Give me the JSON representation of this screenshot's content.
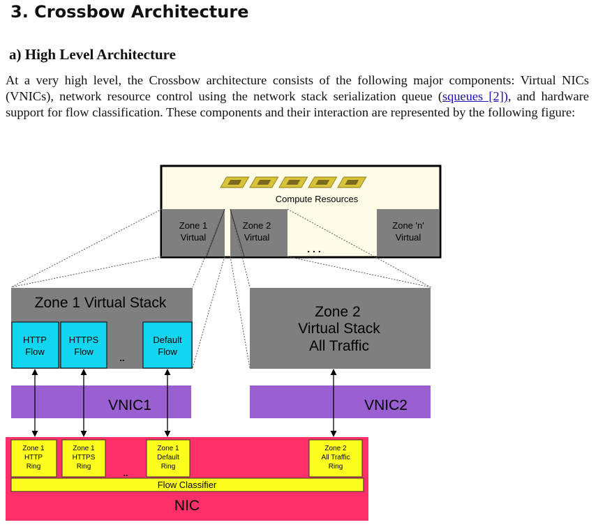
{
  "section_title": "3. Crossbow Architecture",
  "subsection_title": "a)  High Level Architecture",
  "paragraph": {
    "before_link": "At a very high level, the Crossbow architecture consists of the following major components: Virtual NICs (VNICs), network resource control using the network stack serialization queue (",
    "link_text": "squeues [2])",
    "after_link": ", and hardware support for flow classification. These components and their interaction are represented by the following figure:"
  },
  "figure": {
    "compute_resources": "Compute Resources",
    "zone1_virtual": [
      "Zone 1",
      "Virtual"
    ],
    "zone2_virtual": [
      "Zone 2",
      "Virtual"
    ],
    "zonen_virtual": [
      "Zone 'n'",
      "Virtual"
    ],
    "zone1_stack_title": "Zone 1 Virtual Stack",
    "zone2_stack": [
      "Zone 2",
      "Virtual Stack",
      "All Traffic"
    ],
    "http_flow": [
      "HTTP",
      "Flow"
    ],
    "https_flow": [
      "HTTPS",
      "Flow"
    ],
    "default_flow": [
      "Default",
      "Flow"
    ],
    "vnic1": "VNIC1",
    "vnic2": "VNIC2",
    "ring_http": [
      "Zone 1",
      "HTTP",
      "Ring"
    ],
    "ring_https": [
      "Zone 1",
      "HTTPS",
      "Ring"
    ],
    "ring_default": [
      "Zone 1",
      "Default",
      "Ring"
    ],
    "ring_zone2": [
      "Zone 2",
      "All Traffic",
      "Ring"
    ],
    "flow_classifier": "Flow Classifier",
    "nic": "NIC",
    "colors": {
      "cream": "#fffde8",
      "gray": "#7f7f7f",
      "cyan": "#12d6f0",
      "purple": "#9a5fd0",
      "red": "#ff2f6a",
      "yellow": "#ffff1f",
      "chip": "#d9c33a"
    }
  }
}
